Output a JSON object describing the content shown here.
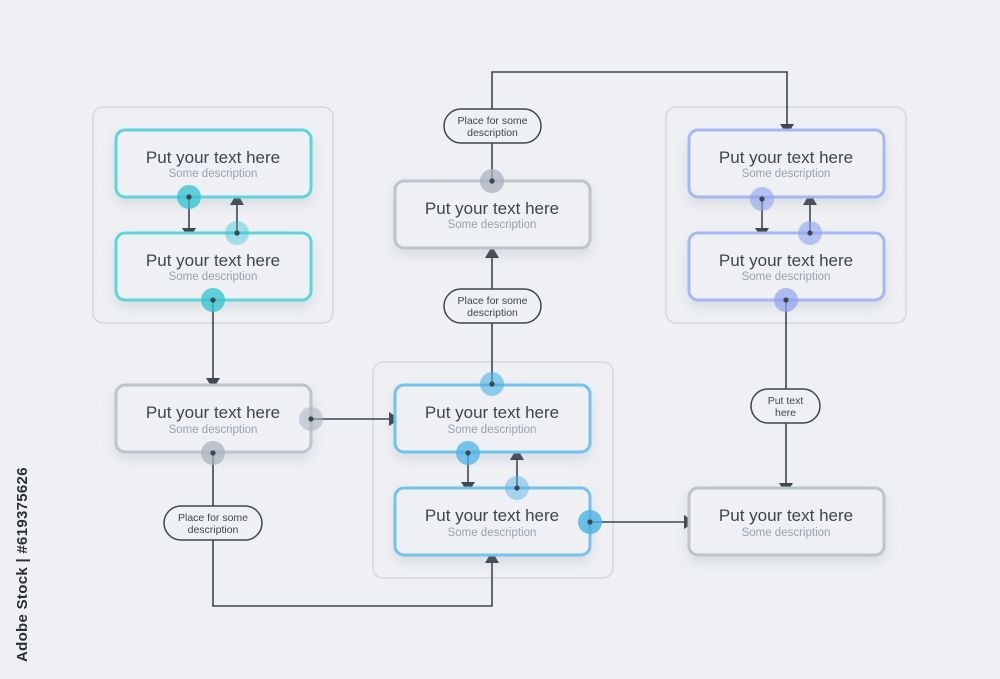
{
  "colors": {
    "background": "#eef0f3",
    "teal": "#5fd4de",
    "teal_dot": "#2fc3cf",
    "gray": "#bcc4cd",
    "gray_dot": "#aab3bf",
    "blue": "#73c3ec",
    "blue_dot": "#49b3e6",
    "violet": "#a6b7f4",
    "violet_dot": "#8fa3ef",
    "line": "#3f4650"
  },
  "nodes": [
    {
      "id": "n1",
      "title": "Put your text here",
      "description": "Some description",
      "color": "teal"
    },
    {
      "id": "n2",
      "title": "Put your text here",
      "description": "Some description",
      "color": "teal"
    },
    {
      "id": "n3",
      "title": "Put your text here",
      "description": "Some description",
      "color": "gray"
    },
    {
      "id": "n4",
      "title": "Put your text here",
      "description": "Some description",
      "color": "gray"
    },
    {
      "id": "n5",
      "title": "Put your text here",
      "description": "Some description",
      "color": "blue"
    },
    {
      "id": "n6",
      "title": "Put your text here",
      "description": "Some description",
      "color": "blue"
    },
    {
      "id": "n7",
      "title": "Put your text here",
      "description": "Some description",
      "color": "violet"
    },
    {
      "id": "n8",
      "title": "Put your text here",
      "description": "Some description",
      "color": "violet"
    },
    {
      "id": "n9",
      "title": "Put your text here",
      "description": "Some description",
      "color": "gray"
    }
  ],
  "labels": [
    {
      "id": "l1",
      "lines": [
        "Place for some",
        "description"
      ]
    },
    {
      "id": "l2",
      "lines": [
        "Place for some",
        "description"
      ]
    },
    {
      "id": "l3",
      "lines": [
        "Place for some",
        "description"
      ]
    },
    {
      "id": "l4",
      "lines": [
        "Put text",
        "here"
      ]
    }
  ],
  "side_credit": "Adobe Stock | #619375626"
}
